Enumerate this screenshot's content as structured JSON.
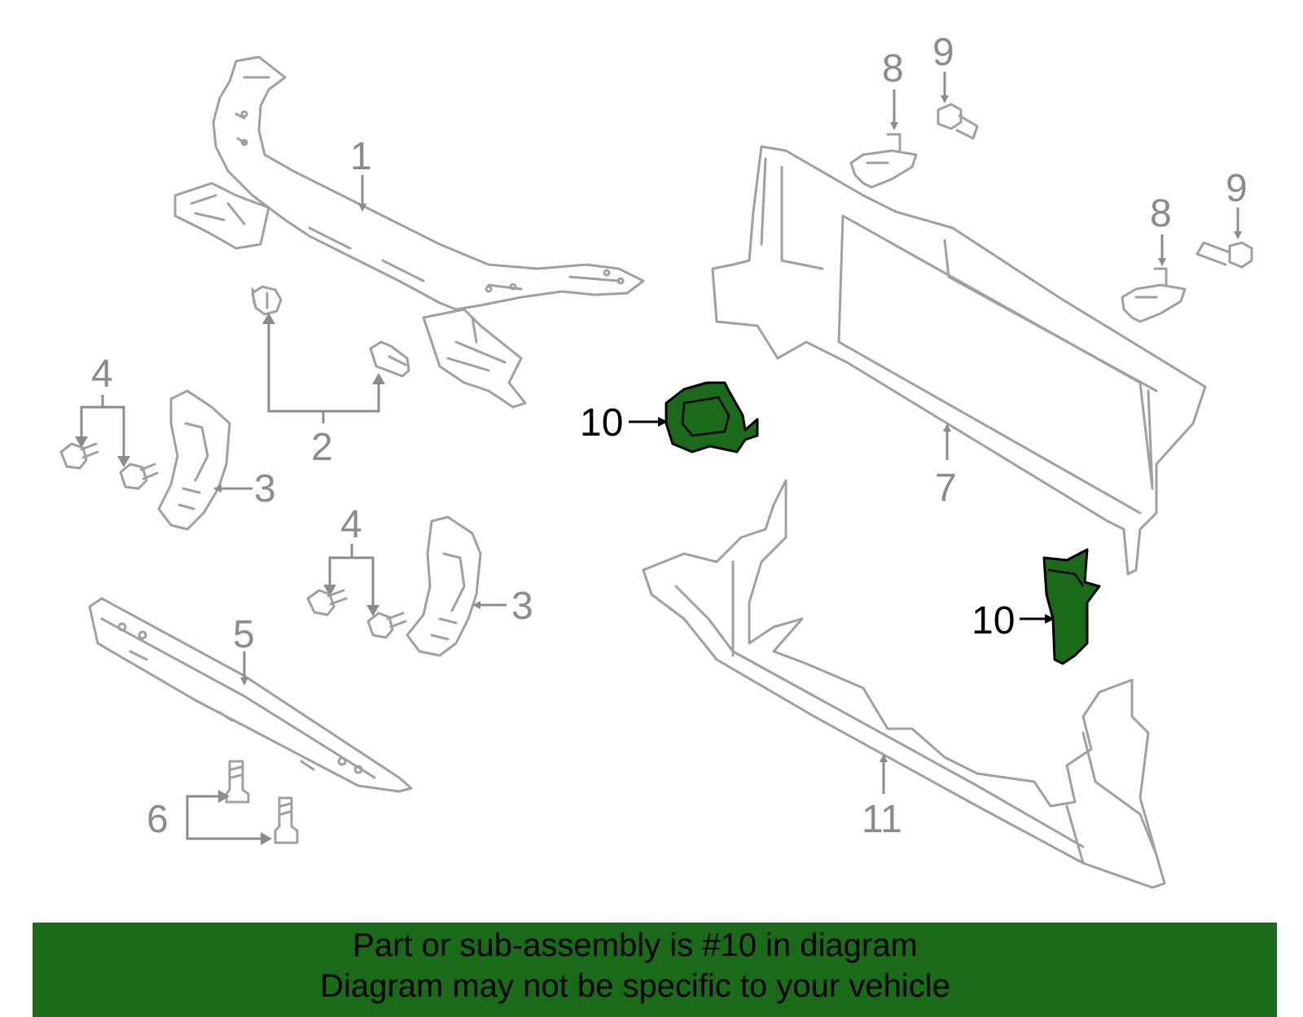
{
  "callouts": {
    "c1": "1",
    "c2": "2",
    "c3a": "3",
    "c3b": "3",
    "c4a": "4",
    "c4b": "4",
    "c5": "5",
    "c6": "6",
    "c7": "7",
    "c8a": "8",
    "c8b": "8",
    "c9a": "9",
    "c9b": "9",
    "c10a": "10",
    "c10b": "10",
    "c11": "11"
  },
  "highlight_color": "#1a6a1a",
  "banner": {
    "line1": "Part or sub-assembly is #10 in diagram",
    "line2": "Diagram may not be specific to your vehicle"
  }
}
